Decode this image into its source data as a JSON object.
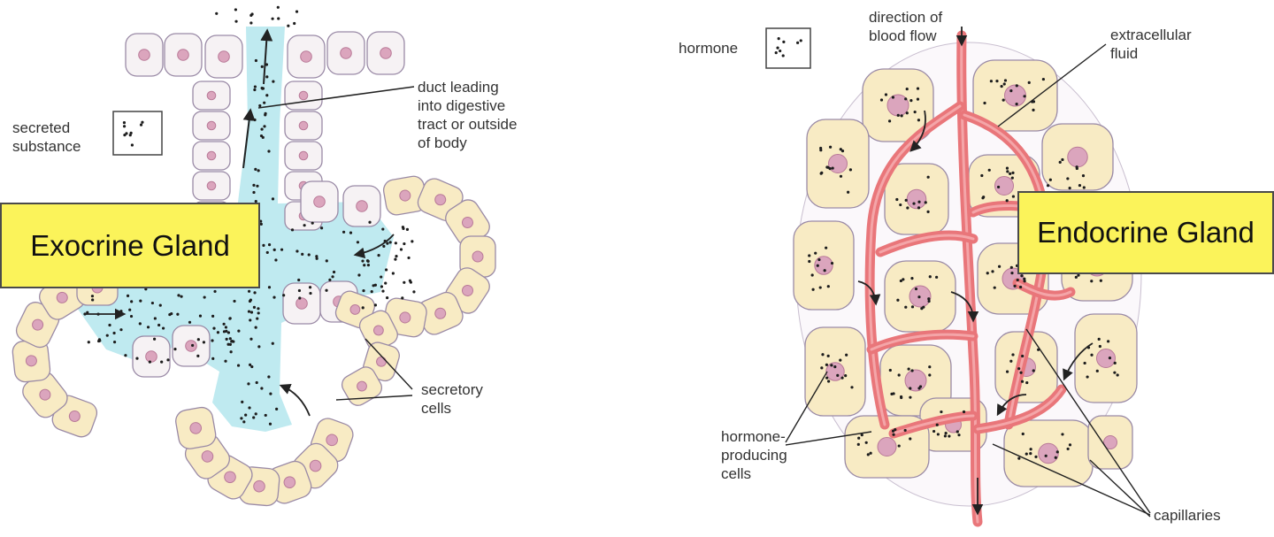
{
  "exocrine": {
    "title": "Exocrine Gland",
    "legend_label": "secreted\nsubstance",
    "duct_label": "duct leading\ninto digestive\ntract or outside\nof body",
    "cells_label": "secretory\ncells"
  },
  "endocrine": {
    "title": "Endocrine Gland",
    "legend_label": "hormone",
    "flow_label": "direction of\nblood flow",
    "ecf_label": "extracellular\nfluid",
    "producing_label": "hormone-\nproducing\ncells",
    "capillaries_label": "capillaries"
  },
  "colors": {
    "duct_fill": "#bfeaf0",
    "cell_fill": "#f8ebc4",
    "duct_cell_fill": "#f6f2f4",
    "cell_outline": "#9a8aa6",
    "nucleus": "#dba5bd",
    "vessel": "#e9767a",
    "label_bg": "#fbf35a"
  },
  "icons": [
    "arrow-icon",
    "nucleus-icon",
    "particle-dot-icon"
  ]
}
